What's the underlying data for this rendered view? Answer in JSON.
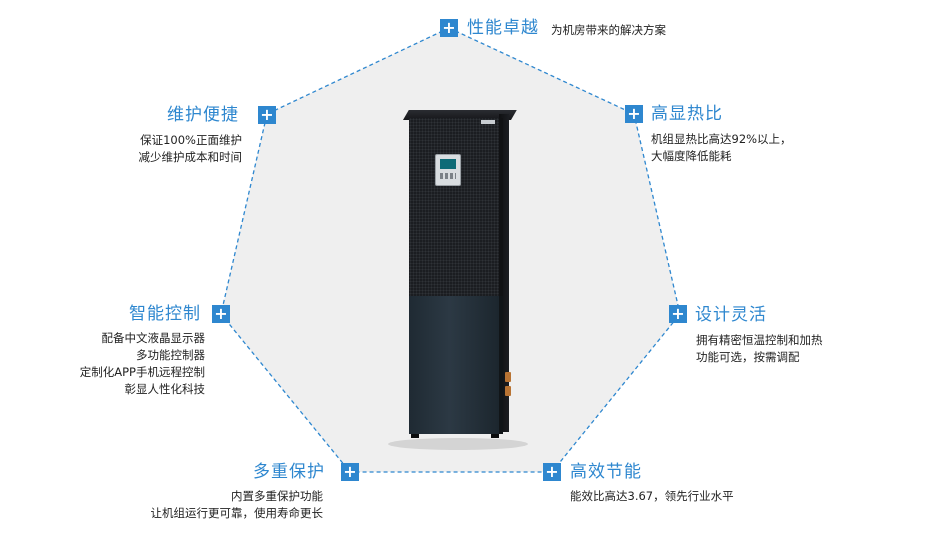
{
  "colors": {
    "accent": "#2e87cf",
    "hexagon_fill": "#efefef",
    "text": "#222222"
  },
  "header": {
    "title": "性能卓越",
    "subtitle": "为机房带来的解决方案"
  },
  "features": [
    {
      "id": "high-sensible",
      "title": "高显热比",
      "lines": [
        "机组显热比高达92%以上，",
        "大幅度降低能耗"
      ]
    },
    {
      "id": "flexible-design",
      "title": "设计灵活",
      "lines": [
        "拥有精密恒温控制和加热",
        "功能可选，按需调配"
      ]
    },
    {
      "id": "energy-saving",
      "title": "高效节能",
      "lines": [
        "能效比高达3.67，领先行业水平"
      ]
    },
    {
      "id": "multi-protection",
      "title": "多重保护",
      "lines": [
        "内置多重保护功能",
        "让机组运行更可靠，使用寿命更长"
      ]
    },
    {
      "id": "smart-control",
      "title": "智能控制",
      "lines": [
        "配备中文液晶显示器",
        "多功能控制器",
        "定制化APP手机远程控制",
        "彰显人性化科技"
      ]
    },
    {
      "id": "easy-maintenance",
      "title": "维护便捷",
      "lines": [
        "保证100%正面维护",
        "减少维护成本和时间"
      ]
    }
  ],
  "icons": {
    "plus": "+"
  }
}
